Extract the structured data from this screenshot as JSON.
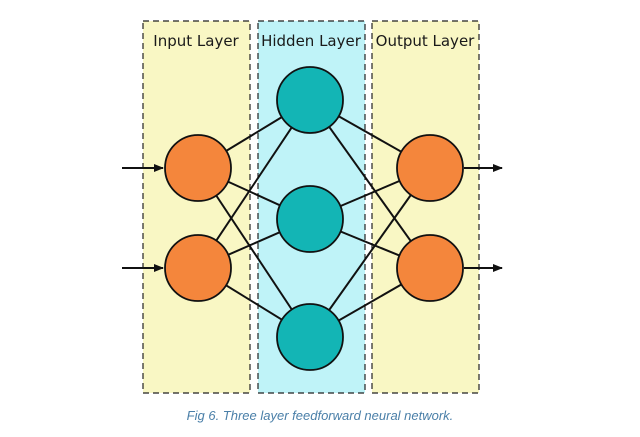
{
  "layers": [
    {
      "id": "input",
      "title": "Input Layer",
      "fill": "#f9f7c4",
      "nodes": 2,
      "node_color": "#f4863c"
    },
    {
      "id": "hidden",
      "title": "Hidden Layer",
      "fill": "#bff3f8",
      "nodes": 3,
      "node_color": "#13b5b5"
    },
    {
      "id": "output",
      "title": "Output Layer",
      "fill": "#f9f7c4",
      "nodes": 2,
      "node_color": "#f4863c"
    }
  ],
  "caption": "Fig 6. Three layer feedforward neural network."
}
